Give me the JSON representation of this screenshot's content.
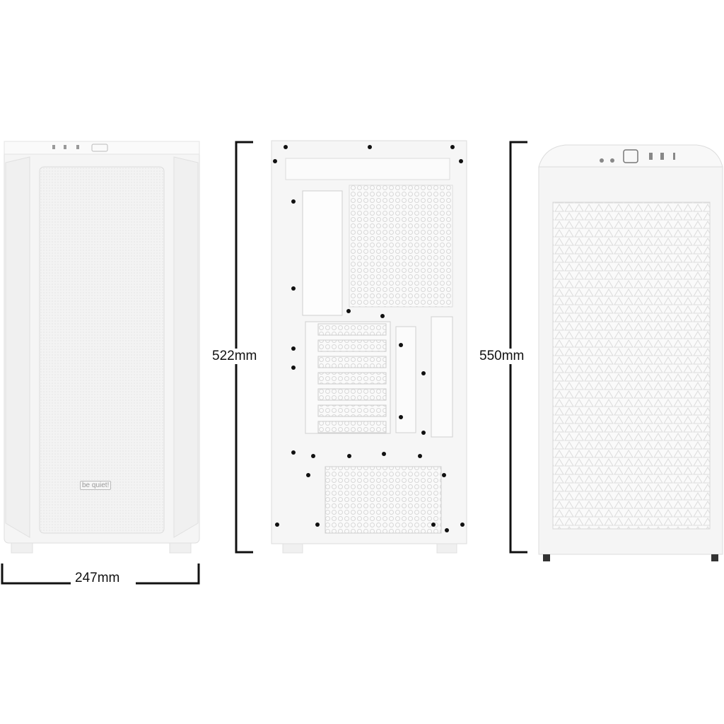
{
  "dimensions": {
    "width": "247mm",
    "height_rear": "522mm",
    "height_front": "550mm"
  },
  "brand_logo": "be quiet!",
  "colors": {
    "case": "#f4f4f4",
    "outline": "#d6d6d6",
    "dimension_line": "#111111",
    "screw": "#111111"
  }
}
